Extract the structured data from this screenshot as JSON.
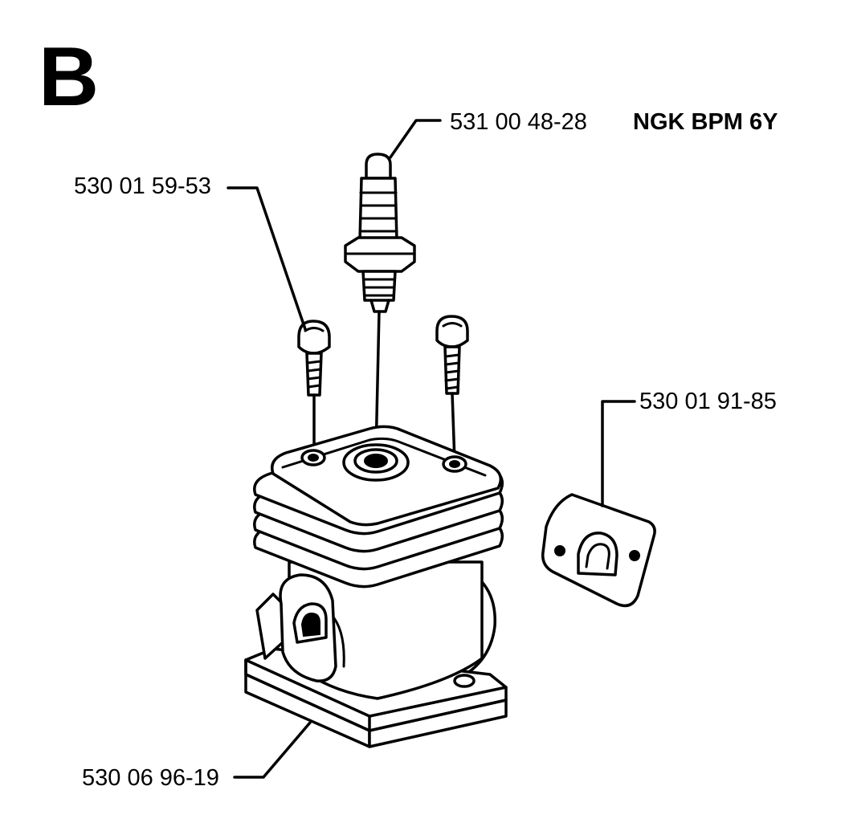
{
  "section": {
    "letter": "B"
  },
  "parts": {
    "spark_plug": {
      "part_number": "531 00 48-28",
      "description": "NGK BPM 6Y"
    },
    "screw": {
      "part_number": "530 01 59-53"
    },
    "gasket": {
      "part_number": "530 01 91-85"
    },
    "cylinder": {
      "part_number": "530 06 96-19"
    }
  }
}
